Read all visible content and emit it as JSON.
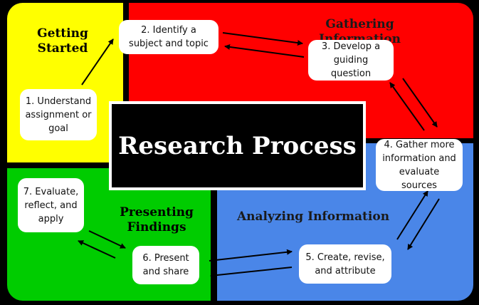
{
  "title": "Research Process",
  "quadrants": {
    "getting_started": "Getting Started",
    "gathering": "Gathering Information",
    "presenting": "Presenting Findings",
    "analyzing": "Analyzing Information"
  },
  "steps": [
    "1. Understand assignment or goal",
    "2. Identify a subject and topic",
    "3. Develop a guiding question",
    "4. Gather more information and evaluate sources",
    "5. Create, revise, and attribute",
    "6. Present and share",
    "7. Evaluate, reflect, and apply"
  ],
  "colors": {
    "yellow": "#ffff00",
    "red": "#ff0000",
    "green": "#00cc00",
    "blue": "#4a86e8"
  }
}
